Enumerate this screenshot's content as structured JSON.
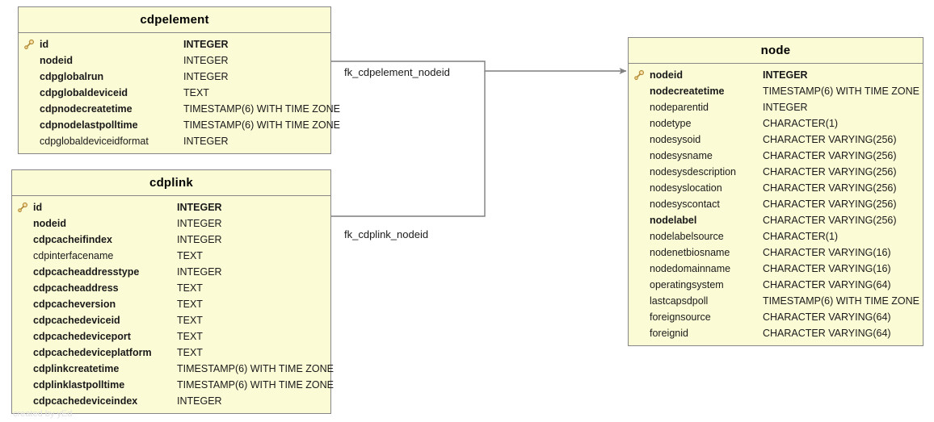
{
  "diagram": {
    "type": "entity-relationship-diagram",
    "background_color": "#ffffff",
    "entity_fill": "#fbfbd6",
    "entity_border": "#868686",
    "connector_color": "#7f7f7f",
    "watermark_text": "created by yEd"
  },
  "entities": [
    {
      "id": "cdpelement",
      "name": "cdpelement",
      "attributes": [
        {
          "key": true,
          "bold": true,
          "name": "id",
          "type": "INTEGER"
        },
        {
          "key": false,
          "bold": true,
          "name": "nodeid",
          "type": "INTEGER"
        },
        {
          "key": false,
          "bold": true,
          "name": "cdpglobalrun",
          "type": "INTEGER"
        },
        {
          "key": false,
          "bold": true,
          "name": "cdpglobaldeviceid",
          "type": "TEXT"
        },
        {
          "key": false,
          "bold": true,
          "name": "cdpnodecreatetime",
          "type": "TIMESTAMP(6) WITH TIME ZONE"
        },
        {
          "key": false,
          "bold": true,
          "name": "cdpnodelastpolltime",
          "type": "TIMESTAMP(6) WITH TIME ZONE"
        },
        {
          "key": false,
          "bold": false,
          "name": "cdpglobaldeviceidformat",
          "type": "INTEGER"
        }
      ]
    },
    {
      "id": "cdplink",
      "name": "cdplink",
      "attributes": [
        {
          "key": true,
          "bold": true,
          "name": "id",
          "type": "INTEGER"
        },
        {
          "key": false,
          "bold": true,
          "name": "nodeid",
          "type": "INTEGER"
        },
        {
          "key": false,
          "bold": true,
          "name": "cdpcacheifindex",
          "type": "INTEGER"
        },
        {
          "key": false,
          "bold": false,
          "name": "cdpinterfacename",
          "type": "TEXT"
        },
        {
          "key": false,
          "bold": true,
          "name": "cdpcacheaddresstype",
          "type": "INTEGER"
        },
        {
          "key": false,
          "bold": true,
          "name": "cdpcacheaddress",
          "type": "TEXT"
        },
        {
          "key": false,
          "bold": true,
          "name": "cdpcacheversion",
          "type": "TEXT"
        },
        {
          "key": false,
          "bold": true,
          "name": "cdpcachedeviceid",
          "type": "TEXT"
        },
        {
          "key": false,
          "bold": true,
          "name": "cdpcachedeviceport",
          "type": "TEXT"
        },
        {
          "key": false,
          "bold": true,
          "name": "cdpcachedeviceplatform",
          "type": "TEXT"
        },
        {
          "key": false,
          "bold": true,
          "name": "cdplinkcreatetime",
          "type": "TIMESTAMP(6) WITH TIME ZONE"
        },
        {
          "key": false,
          "bold": true,
          "name": "cdplinklastpolltime",
          "type": "TIMESTAMP(6) WITH TIME ZONE"
        },
        {
          "key": false,
          "bold": true,
          "name": "cdpcachedeviceindex",
          "type": "INTEGER"
        }
      ]
    },
    {
      "id": "node",
      "name": "node",
      "attributes": [
        {
          "key": true,
          "bold": true,
          "name": "nodeid",
          "type": "INTEGER"
        },
        {
          "key": false,
          "bold": true,
          "name": "nodecreatetime",
          "type": "TIMESTAMP(6) WITH TIME ZONE"
        },
        {
          "key": false,
          "bold": false,
          "name": "nodeparentid",
          "type": "INTEGER"
        },
        {
          "key": false,
          "bold": false,
          "name": "nodetype",
          "type": "CHARACTER(1)"
        },
        {
          "key": false,
          "bold": false,
          "name": "nodesysoid",
          "type": "CHARACTER VARYING(256)"
        },
        {
          "key": false,
          "bold": false,
          "name": "nodesysname",
          "type": "CHARACTER VARYING(256)"
        },
        {
          "key": false,
          "bold": false,
          "name": "nodesysdescription",
          "type": "CHARACTER VARYING(256)"
        },
        {
          "key": false,
          "bold": false,
          "name": "nodesyslocation",
          "type": "CHARACTER VARYING(256)"
        },
        {
          "key": false,
          "bold": false,
          "name": "nodesyscontact",
          "type": "CHARACTER VARYING(256)"
        },
        {
          "key": false,
          "bold": true,
          "name": "nodelabel",
          "type": "CHARACTER VARYING(256)"
        },
        {
          "key": false,
          "bold": false,
          "name": "nodelabelsource",
          "type": "CHARACTER(1)"
        },
        {
          "key": false,
          "bold": false,
          "name": "nodenetbiosname",
          "type": "CHARACTER VARYING(16)"
        },
        {
          "key": false,
          "bold": false,
          "name": "nodedomainname",
          "type": "CHARACTER VARYING(16)"
        },
        {
          "key": false,
          "bold": false,
          "name": "operatingsystem",
          "type": "CHARACTER VARYING(64)"
        },
        {
          "key": false,
          "bold": false,
          "name": "lastcapsdpoll",
          "type": "TIMESTAMP(6) WITH TIME ZONE"
        },
        {
          "key": false,
          "bold": false,
          "name": "foreignsource",
          "type": "CHARACTER VARYING(64)"
        },
        {
          "key": false,
          "bold": false,
          "name": "foreignid",
          "type": "CHARACTER VARYING(64)"
        }
      ]
    }
  ],
  "relationships": [
    {
      "id": "fk_cdpelement_nodeid",
      "label": "fk_cdpelement_nodeid",
      "from": "cdpelement",
      "to": "node"
    },
    {
      "id": "fk_cdplink_nodeid",
      "label": "fk_cdplink_nodeid",
      "from": "cdplink",
      "to": "node"
    }
  ]
}
